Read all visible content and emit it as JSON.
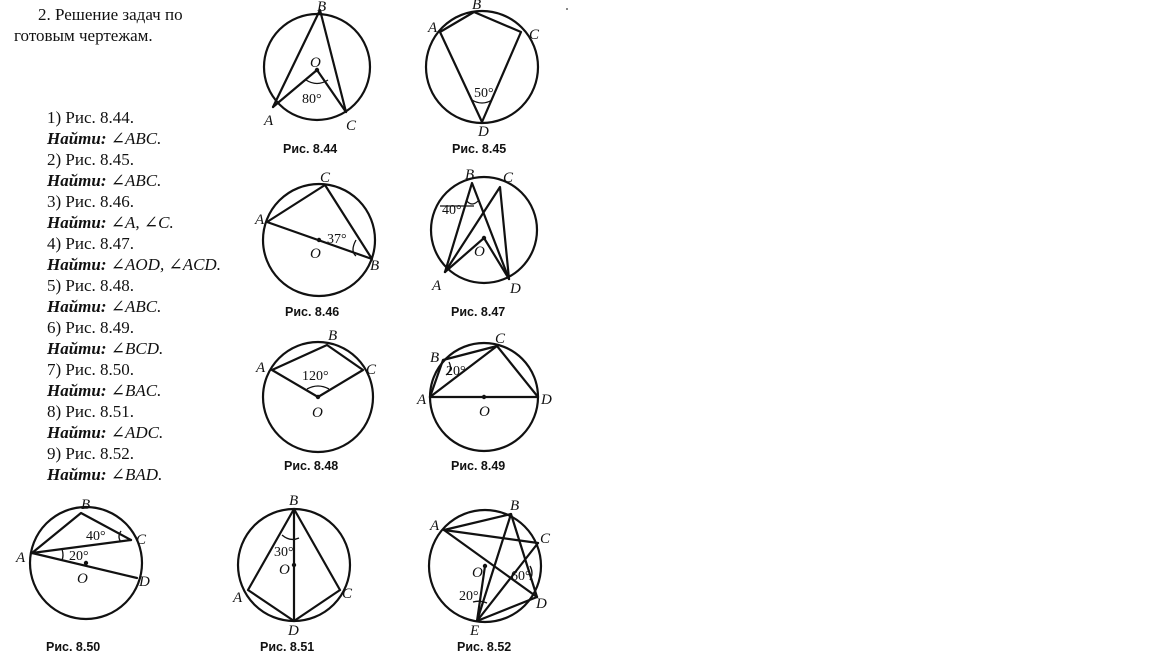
{
  "intro": {
    "line1": "2. Решение задач по",
    "line2": "готовым чертежам."
  },
  "tasks": [
    {
      "fig": "1) Рис. 8.44.",
      "find_label": "Найти:",
      "find_value": "∠ABC."
    },
    {
      "fig": "2) Рис. 8.45.",
      "find_label": "Найти:",
      "find_value": "∠ABC."
    },
    {
      "fig": "3) Рис. 8.46.",
      "find_label": "Найти:",
      "find_value": "∠A, ∠C."
    },
    {
      "fig": "4) Рис. 8.47.",
      "find_label": "Найти:",
      "find_value": "∠AOD, ∠ACD."
    },
    {
      "fig": "5) Рис. 8.48.",
      "find_label": "Найти:",
      "find_value": "∠ABC."
    },
    {
      "fig": "6) Рис. 8.49.",
      "find_label": "Найти:",
      "find_value": "∠BCD."
    },
    {
      "fig": "7) Рис. 8.50.",
      "find_label": "Найти:",
      "find_value": "∠BAC."
    },
    {
      "fig": "8) Рис. 8.51.",
      "find_label": "Найти:",
      "find_value": "∠ADC."
    },
    {
      "fig": "9) Рис. 8.52.",
      "find_label": "Найти:",
      "find_value": "∠BAD."
    }
  ],
  "figures": [
    {
      "caption": "Рис. 8.44",
      "points": {
        "A": "A",
        "B": "B",
        "C": "C",
        "O": "O"
      },
      "angles": [
        "80°"
      ]
    },
    {
      "caption": "Рис. 8.45",
      "points": {
        "A": "A",
        "B": "B",
        "C": "C",
        "D": "D"
      },
      "angles": [
        "50°"
      ]
    },
    {
      "caption": "Рис. 8.46",
      "points": {
        "A": "A",
        "B": "B",
        "C": "C",
        "O": "O"
      },
      "angles": [
        "37°"
      ]
    },
    {
      "caption": "Рис. 8.47",
      "points": {
        "A": "A",
        "B": "B",
        "C": "C",
        "D": "D",
        "O": "O"
      },
      "angles": [
        "40°"
      ]
    },
    {
      "caption": "Рис. 8.48",
      "points": {
        "A": "A",
        "B": "B",
        "C": "C",
        "O": "O"
      },
      "angles": [
        "120°"
      ]
    },
    {
      "caption": "Рис. 8.49",
      "points": {
        "A": "A",
        "B": "B",
        "C": "C",
        "D": "D",
        "O": "O"
      },
      "angles": [
        "20°"
      ]
    },
    {
      "caption": "Рис. 8.50",
      "points": {
        "A": "A",
        "B": "B",
        "C": "C",
        "D": "D",
        "O": "O"
      },
      "angles": [
        "40°",
        "20°"
      ]
    },
    {
      "caption": "Рис. 8.51",
      "points": {
        "A": "A",
        "B": "B",
        "C": "C",
        "D": "D",
        "O": "O"
      },
      "angles": [
        "30°"
      ]
    },
    {
      "caption": "Рис. 8.52",
      "points": {
        "A": "A",
        "B": "B",
        "C": "C",
        "D": "D",
        "E": "E",
        "O": "O"
      },
      "angles": [
        "20°",
        "60°"
      ]
    }
  ]
}
